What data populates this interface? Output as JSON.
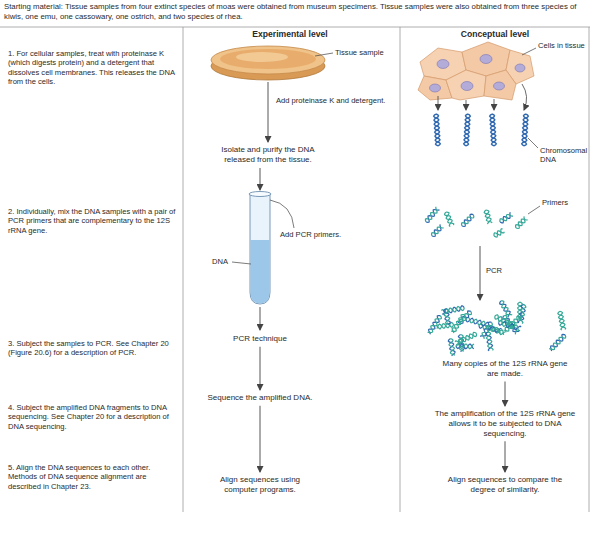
{
  "diagram": {
    "title": "Starting material: Tissue samples from four extinct species of moas were obtained from museum specimens. Tissue samples were also obtained from three species of kiwis, one emu, one cassowary, one ostrich, and two species of rhea.",
    "nodes": [
      {
        "text": [
          "1. For cellular samples, treat with proteinase K (which digests protein) and a detergent that dissolves cell membranes. This releases the DNA from the cells."
        ]
      },
      {
        "text": [
          "Isolate and purify the DNA released from the tissue."
        ]
      },
      {
        "text": [
          "2. Individually, mix the DNA samples with a pair of PCR primers that are complementary to the 12S rRNA gene."
        ]
      },
      {
        "text": [
          "3. Subject the samples to PCR. See Chapter 20 (Figure 20.6) for a description of PCR."
        ]
      },
      {
        "text": [
          "PCR technique"
        ]
      },
      {
        "text": [
          "Many copies of the 12S rRNA gene are made."
        ]
      },
      {
        "text": [
          "4. Subject the amplified DNA fragments to DNA sequencing. See Chapter 20 for a description of DNA sequencing."
        ]
      },
      {
        "text": [
          "Sequence the amplified DNA."
        ]
      },
      {
        "text": [
          "The amplification of the 12S rRNA gene allows it to be subjected to DNA sequencing."
        ]
      },
      {
        "text": [
          "5. Align the DNA sequences to each other. Methods of DNA sequence alignment are described in Chapter 23."
        ]
      },
      {
        "text": [
          "Align sequences using computer programs."
        ]
      },
      {
        "text": [
          "Align sequences to compare the degree of similarity."
        ]
      }
    ],
    "edges": [
      {
        "from": 4,
        "to": 7,
        "arrow": "to"
      },
      {
        "from": 7,
        "to": 10,
        "arrow": "to"
      },
      {
        "from": 5,
        "to": 8,
        "arrow": "to"
      },
      {
        "from": 8,
        "to": 11,
        "arrow": "to"
      }
    ],
    "labels": [
      "Experimental level",
      "Conceptual level",
      "Tissue sample",
      "Add proteinase K and detergent.",
      "Cells in tissue",
      "Chromosomal DNA",
      "Add PCR primers.",
      "DNA",
      "Primers",
      "PCR"
    ]
  }
}
